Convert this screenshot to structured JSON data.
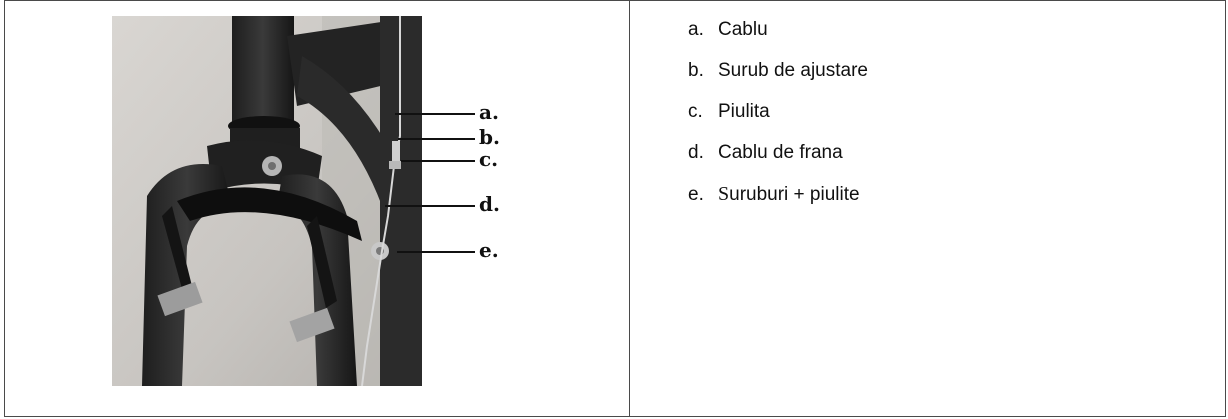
{
  "photo": {
    "callouts": [
      {
        "label": "a."
      },
      {
        "label": "b."
      },
      {
        "label": "c."
      },
      {
        "label": "d."
      },
      {
        "label": "e."
      }
    ]
  },
  "legend": {
    "items": [
      {
        "letter": "a.",
        "text": "Cablu"
      },
      {
        "letter": "b.",
        "text": "Surub de ajustare"
      },
      {
        "letter": "c.",
        "text": "Piulita"
      },
      {
        "letter": "d.",
        "text": "Cablu de frana"
      },
      {
        "letter": "e.",
        "text_first": "S",
        "text_rest": "uruburi + piulite"
      }
    ]
  }
}
